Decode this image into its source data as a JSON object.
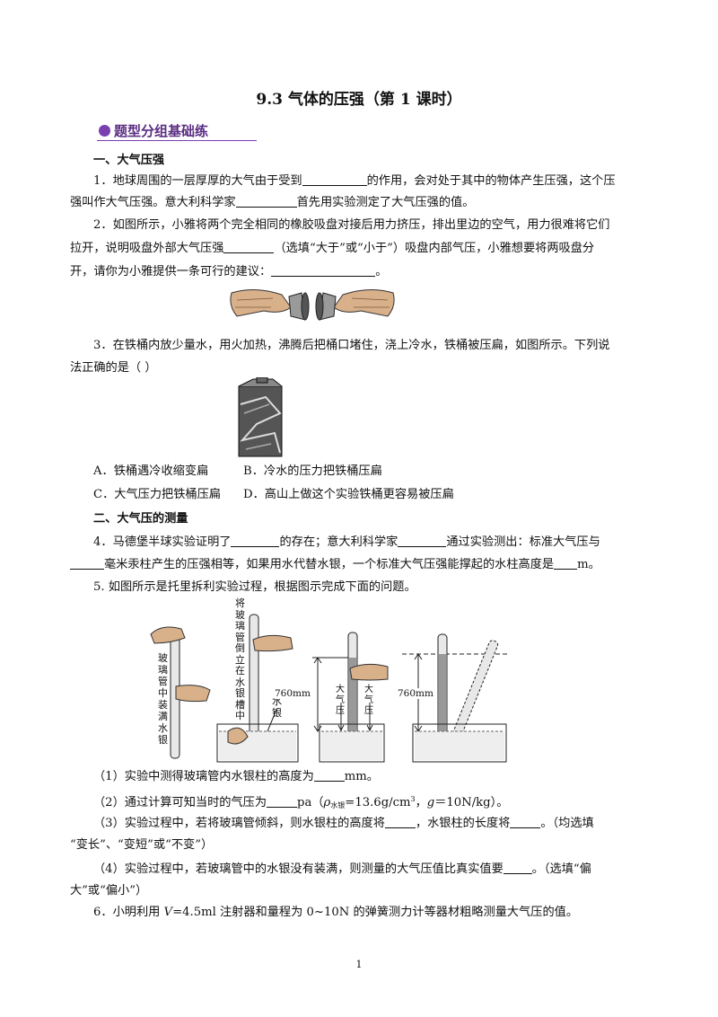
{
  "title": "9.3  气体的压强（第 1 课时）",
  "section_header": "题型分组基础练",
  "part1": {
    "heading": "一、大气压强",
    "q1": {
      "l1a": "1．地球周围的一层厚厚的大气由于受到",
      "l1b": "的作用，会对处于其中的物体产生压强，这个压",
      "l2a": "强叫作大气压强。意大利科学家",
      "l2b": "首先用实验测定了大气压强的值。"
    },
    "q2": {
      "l1": "2．如图所示，小雅将两个完全相同的橡胶吸盘对接后用力挤压，排出里边的空气，用力很难将它们",
      "l2a": "拉开，说明吸盘外部大气压强",
      "l2b": "（选填“大于”或“小于”）吸盘内部气压，小雅想要将两吸盘分",
      "l3a": "开，请你为小雅提供一条可行的建议：",
      "l3b": "。"
    },
    "q3": {
      "l1": "3．在铁桶内放少量水，用火加热，沸腾后把桶口堵住，浇上冷水，铁桶被压扁，如图所示。下列说",
      "l2": "法正确的是（        ）",
      "optA": "A．铁桶遇冷收缩变扁",
      "optB": "B．冷水的压力把铁桶压扁",
      "optC": "C．大气压力把铁桶压扁",
      "optD": "D．高山上做这个实验铁桶更容易被压扁"
    }
  },
  "part2": {
    "heading": "二、大气压的测量",
    "q4": {
      "l1a": "4．马德堡半球实验证明了",
      "l1b": "的存在；意大利科学家",
      "l1c": "通过实验测出：标准大气压与",
      "l2a": "毫米汞柱产生的压强相等，如果用水代替水银，一个标准大气压强能撑起的水柱高度是",
      "l2b": "m。"
    },
    "q5": {
      "intro": "5. 如图所示是托里拆利实验过程，根据图示完成下面的问题。",
      "fig": {
        "label_fill": "玻璃管中装满水银",
        "label_invert": "将玻璃管倒立在水银槽中",
        "label_mercury": "水银",
        "label_760a": "760mm",
        "label_760b": "760mm",
        "label_atm1": "大气压",
        "label_atm2": "大气压"
      },
      "s1a": "（1）实验中测得玻璃管内水银柱的高度为",
      "s1b": "mm。",
      "s2a": "（2）通过计算可知当时的气压为",
      "s2b": "pa（",
      "s2rho": "ρ",
      "s2sub": "水银",
      "s2c": "=13.6g/cm",
      "s2sup": "3",
      "s2d": "，",
      "s2g": "g",
      "s2e": "＝10N/kg）。",
      "s3a": "（3）实验过程中，若将玻璃管倾斜，则水银柱的高度将",
      "s3b": "，水银柱的长度将",
      "s3c": "。（均选填",
      "s3d": "“变长”、“变短”或“不变”）",
      "s4a": "（4）实验过程中，若玻璃管中的水银没有装满，则测量的大气压值比真实值要",
      "s4b": "。（选填“偏",
      "s4c": "大”或“偏小”）"
    },
    "q6": {
      "a": "6．小明利用 ",
      "v": "V",
      "b": "=4.5ml 注射器和量程为 0~10N 的弹簧测力计等器材粗略测量大气压的值。"
    }
  },
  "page_number": "1"
}
